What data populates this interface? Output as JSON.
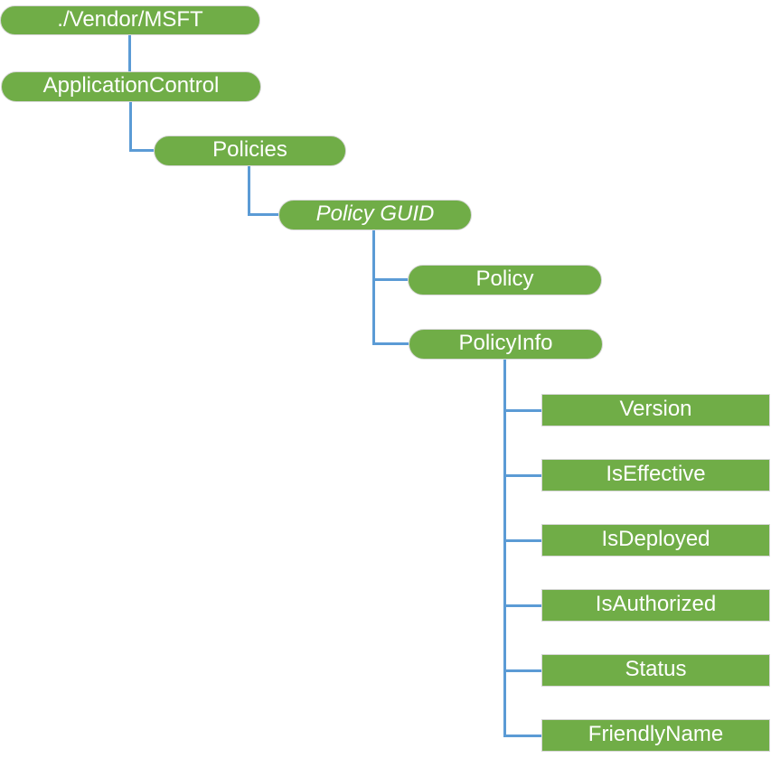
{
  "colors": {
    "node_fill": "#70AD47",
    "node_border": "#D6D6D6",
    "connector": "#5B9BD5",
    "label_text": "#FFFFFF",
    "background": "#FFFFFF"
  },
  "diagram": {
    "type": "tree",
    "nodes": [
      {
        "label": "./Vendor/MSFT",
        "shape": "pill",
        "italic": false,
        "parent": null
      },
      {
        "label": "ApplicationControl",
        "shape": "pill",
        "italic": false,
        "parent": "./Vendor/MSFT"
      },
      {
        "label": "Policies",
        "shape": "pill",
        "italic": false,
        "parent": "ApplicationControl"
      },
      {
        "label": "Policy GUID",
        "shape": "pill",
        "italic": true,
        "parent": "Policies"
      },
      {
        "label": "Policy",
        "shape": "pill",
        "italic": false,
        "parent": "Policy GUID"
      },
      {
        "label": "PolicyInfo",
        "shape": "pill",
        "italic": false,
        "parent": "Policy GUID"
      },
      {
        "label": "Version",
        "shape": "rect",
        "italic": false,
        "parent": "PolicyInfo"
      },
      {
        "label": "IsEffective",
        "shape": "rect",
        "italic": false,
        "parent": "PolicyInfo"
      },
      {
        "label": "IsDeployed",
        "shape": "rect",
        "italic": false,
        "parent": "PolicyInfo"
      },
      {
        "label": "IsAuthorized",
        "shape": "rect",
        "italic": false,
        "parent": "PolicyInfo"
      },
      {
        "label": "Status",
        "shape": "rect",
        "italic": false,
        "parent": "PolicyInfo"
      },
      {
        "label": "FriendlyName",
        "shape": "rect",
        "italic": false,
        "parent": "PolicyInfo"
      }
    ]
  }
}
